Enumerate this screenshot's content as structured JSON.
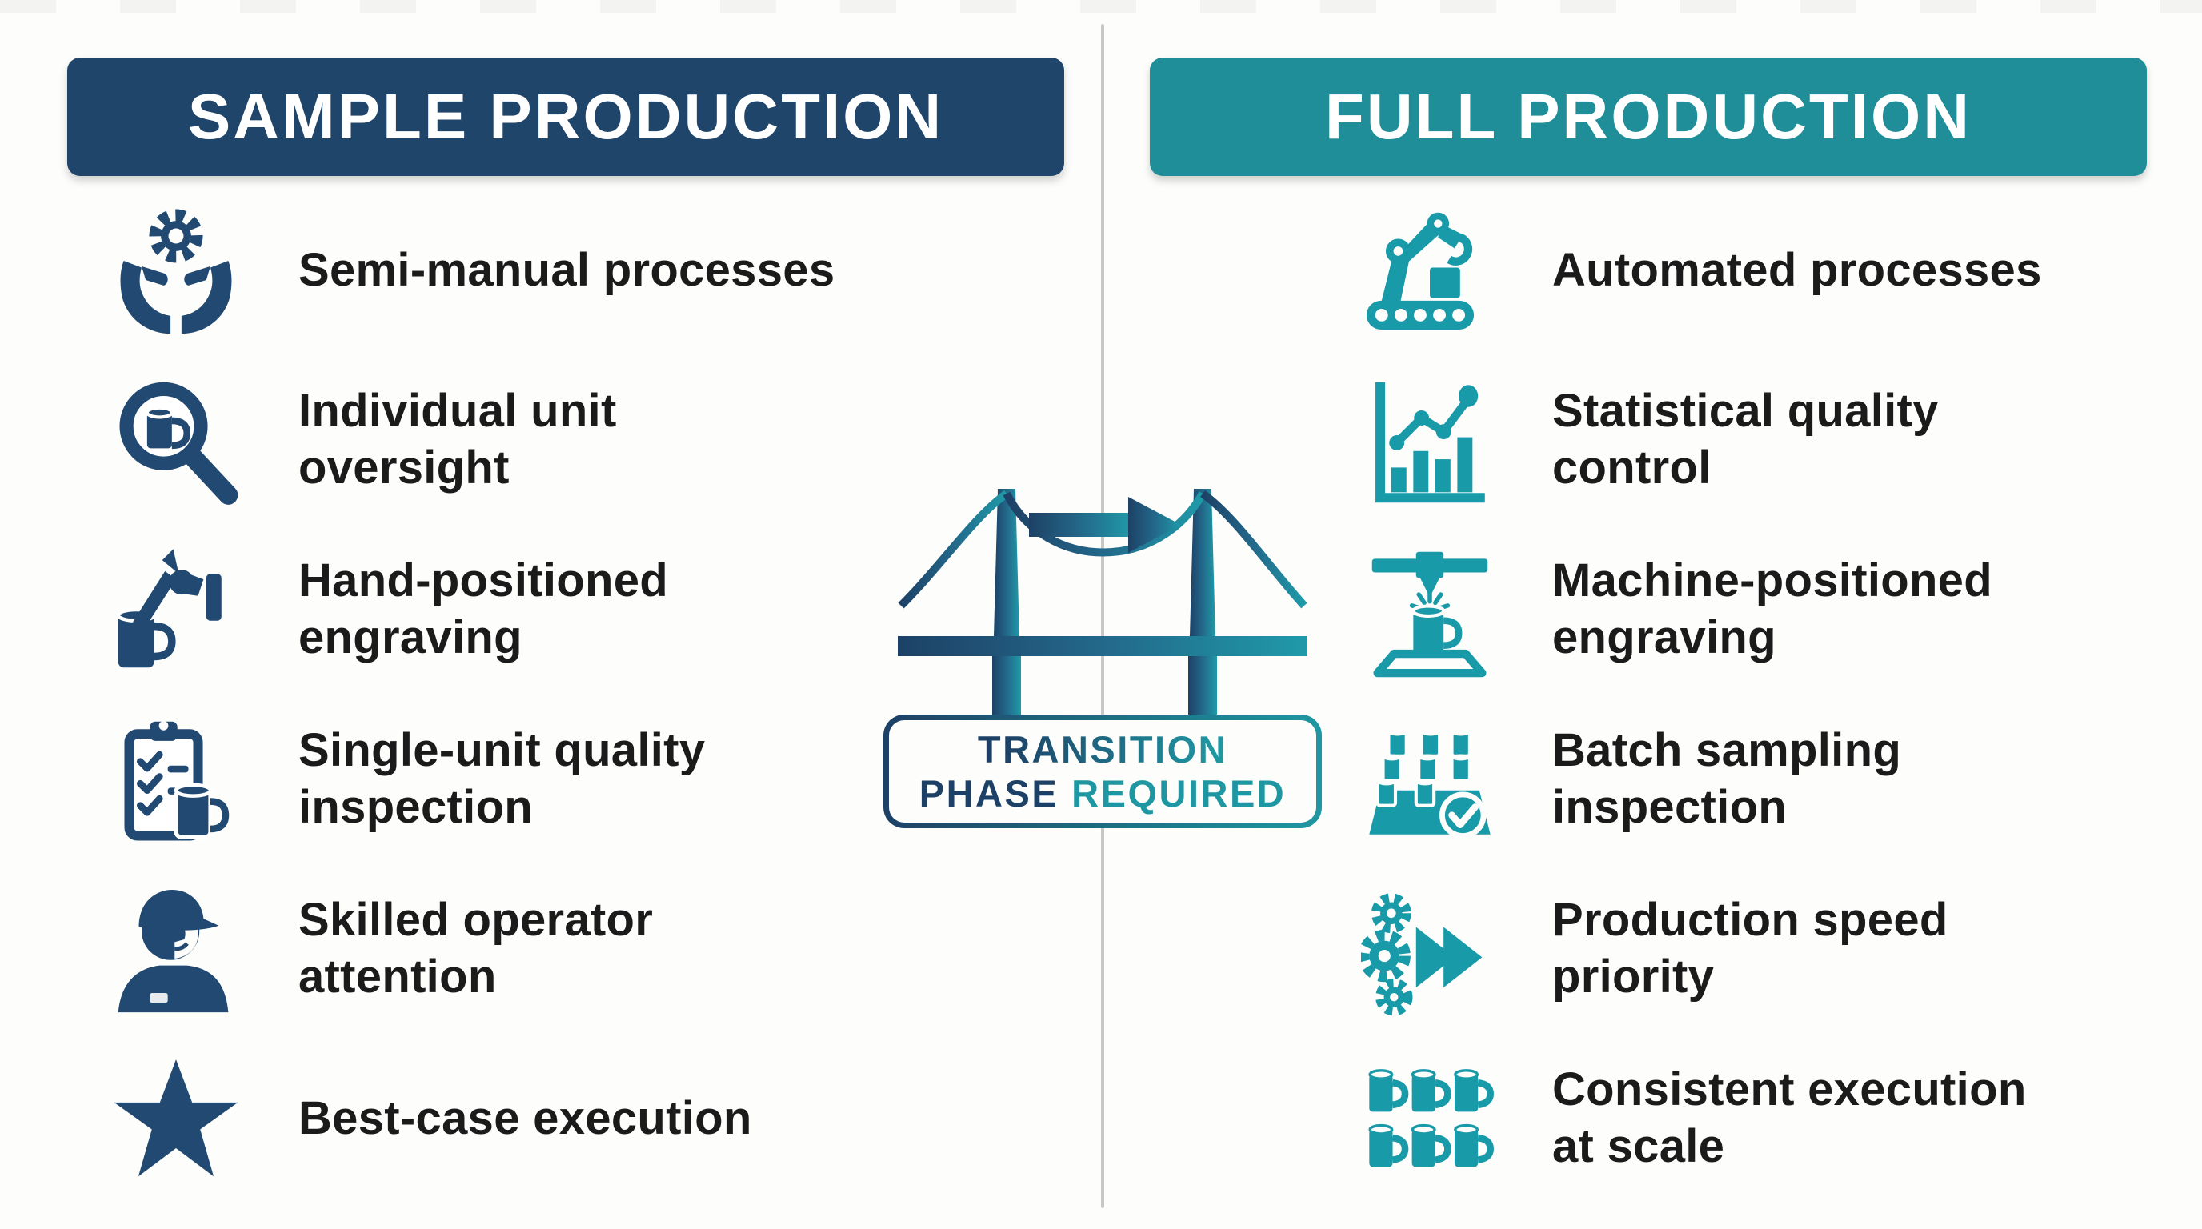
{
  "page": {
    "background": "#fdfdfb",
    "divider_color": "#c8c8c6"
  },
  "left_column": {
    "header": {
      "label": "SAMPLE PRODUCTION",
      "bg_color": "#20456a",
      "text_color": "#ffffff"
    },
    "icon_color": "#214971",
    "items": [
      {
        "icon": "hands-gear-icon",
        "label": "Semi-manual processes"
      },
      {
        "icon": "magnifier-mug-icon",
        "label": "Individual unit\noversight"
      },
      {
        "icon": "hand-engraving-icon",
        "label": "Hand-positioned\nengraving"
      },
      {
        "icon": "clipboard-checklist-icon",
        "label": "Single-unit quality\ninspection"
      },
      {
        "icon": "operator-icon",
        "label": "Skilled operator\nattention"
      },
      {
        "icon": "star-icon",
        "label": "Best-case execution"
      }
    ]
  },
  "right_column": {
    "header": {
      "label": "FULL PRODUCTION",
      "bg_color": "#1f8e98",
      "text_color": "#ffffff"
    },
    "icon_color": "#189aa8",
    "items": [
      {
        "icon": "robot-arm-icon",
        "label": "Automated processes"
      },
      {
        "icon": "stats-chart-icon",
        "label": "Statistical quality\ncontrol"
      },
      {
        "icon": "laser-engraver-icon",
        "label": "Machine-positioned\nengraving"
      },
      {
        "icon": "batch-tray-icon",
        "label": "Batch sampling\ninspection"
      },
      {
        "icon": "speed-gears-icon",
        "label": "Production speed\npriority"
      },
      {
        "icon": "mug-grid-icon",
        "label": "Consistent execution\nat scale"
      }
    ]
  },
  "center": {
    "bridge_icon": "bridge-transition-icon",
    "arrow_icon": "right-arrow-icon",
    "badge": {
      "line1": "TRANSITION",
      "line2_word1": "PHASE",
      "line2_word2": "REQUIRED"
    },
    "colors": {
      "navy": "#1d4166",
      "teal": "#1f97a2"
    }
  }
}
